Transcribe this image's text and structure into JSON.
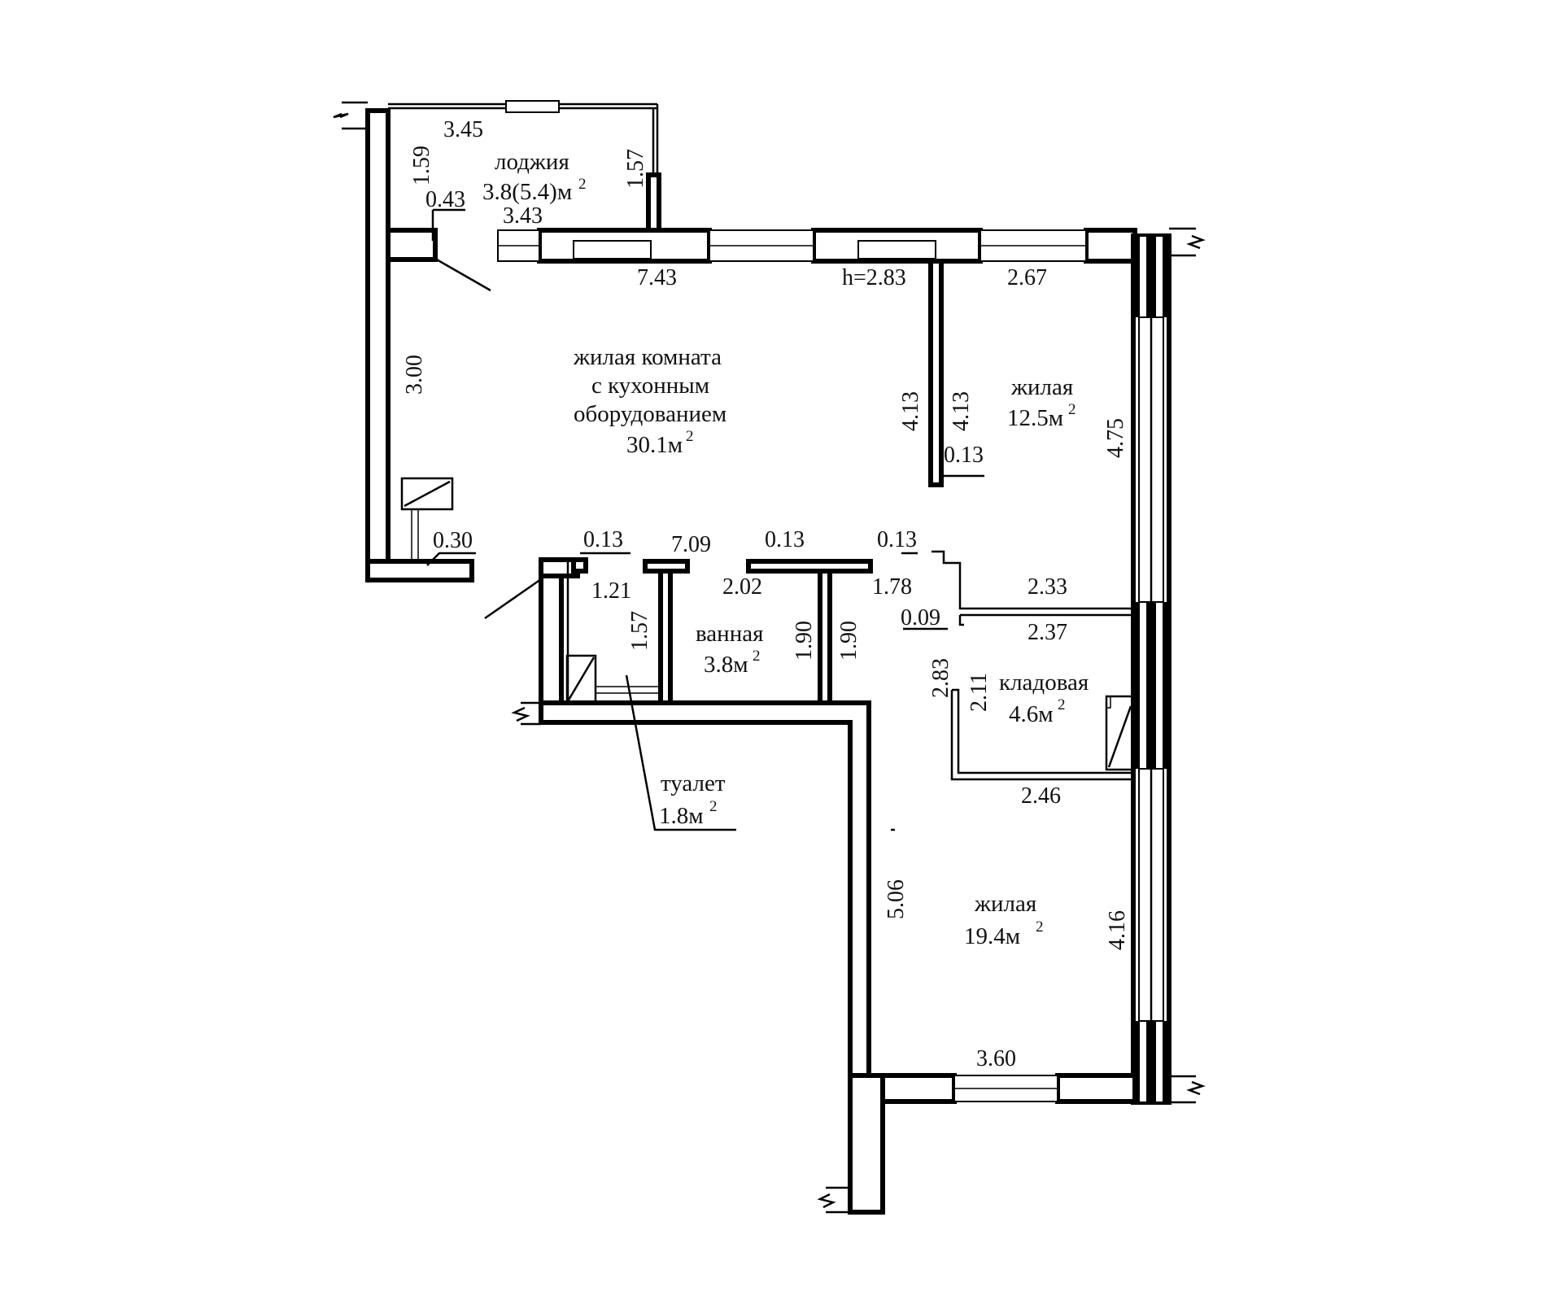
{
  "rooms": {
    "loggia": {
      "name": "лоджия",
      "area": "3.8(5.4)м",
      "sup": "2"
    },
    "living_kitchen": {
      "line1": "жилая комната",
      "line2": "с кухонным",
      "line3": "оборудованием",
      "area": "30.1м",
      "sup": "2"
    },
    "living_small": {
      "name": "жилая",
      "area": "12.5м",
      "sup": "2"
    },
    "bathroom": {
      "name": "ванная",
      "area": "3.8м",
      "sup": "2"
    },
    "storage": {
      "name": "кладовая",
      "area": "4.6м",
      "sup": "2"
    },
    "toilet": {
      "name": "туалет",
      "area": "1.8м",
      "sup": "2"
    },
    "living_large": {
      "name": "жилая",
      "area": "19.4м",
      "sup": "2"
    }
  },
  "dimensions": {
    "d_3_45": "3.45",
    "d_1_59": "1.59",
    "d_1_57_loggia": "1.57",
    "d_0_43": "0.43",
    "d_3_43": "3.43",
    "d_7_43": "7.43",
    "d_h": "h=2.83",
    "d_2_67": "2.67",
    "d_3_00": "3.00",
    "d_4_13_a": "4.13",
    "d_4_13_b": "4.13",
    "d_0_13_room": "0.13",
    "d_4_75": "4.75",
    "d_0_30": "0.30",
    "d_0_13_a": "0.13",
    "d_7_09": "7.09",
    "d_0_13_b": "0.13",
    "d_0_13_c": "0.13",
    "d_1_21": "1.21",
    "d_1_57_wc": "1.57",
    "d_2_02": "2.02",
    "d_1_90_a": "1.90",
    "d_1_90_b": "1.90",
    "d_1_78": "1.78",
    "d_2_33": "2.33",
    "d_0_09": "0.09",
    "d_2_37": "2.37",
    "d_2_83": "2.83",
    "d_2_11": "2.11",
    "d_2_46": "2.46",
    "d_5_06": "5.06",
    "d_4_16": "4.16",
    "d_3_60": "3.60"
  }
}
